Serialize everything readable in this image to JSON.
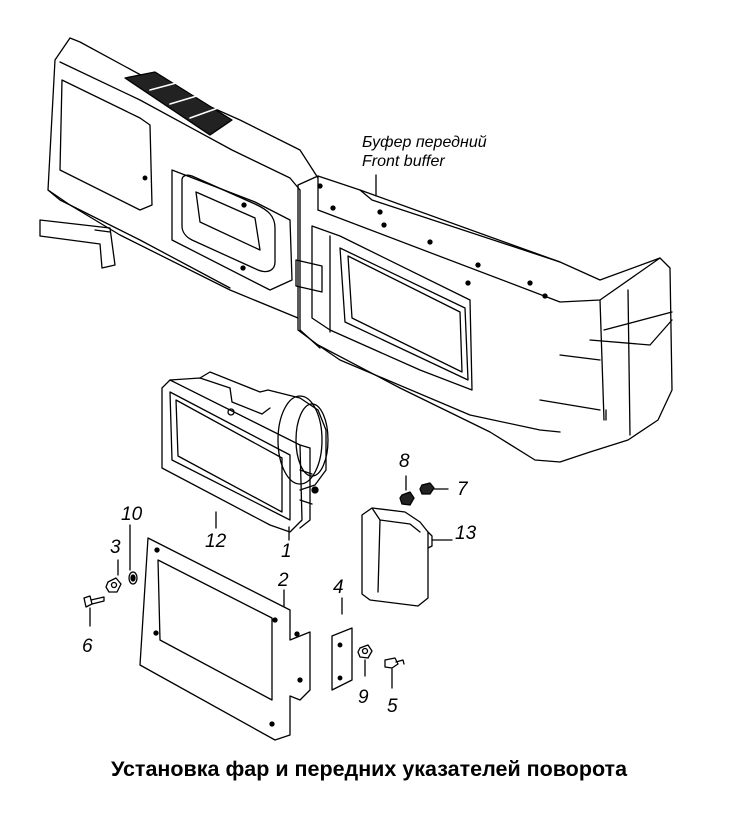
{
  "caption": "Установка фар и передних указателей поворота",
  "buffer_label": {
    "ru": "Буфер передний",
    "en": "Front buffer"
  },
  "callouts": [
    "1",
    "2",
    "3",
    "4",
    "5",
    "6",
    "7",
    "8",
    "9",
    "10",
    "12",
    "13"
  ]
}
